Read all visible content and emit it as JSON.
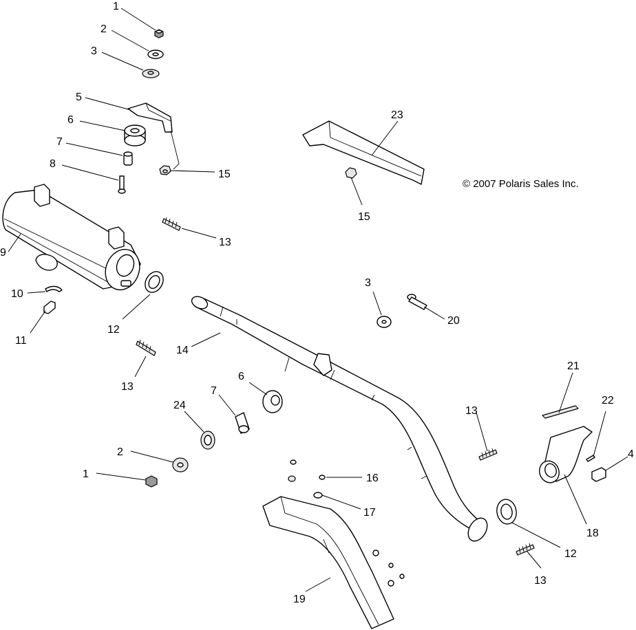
{
  "copyright": "© 2007 Polaris Sales Inc.",
  "callouts": {
    "c1a": "1",
    "c2a": "2",
    "c3a": "3",
    "c5": "5",
    "c6a": "6",
    "c7a": "7",
    "c8": "8",
    "c15a": "15",
    "c13a": "13",
    "c9": "9",
    "c10": "10",
    "c11": "11",
    "c12a": "12",
    "c13b": "13",
    "c14": "14",
    "c23": "23",
    "c15b": "15",
    "c3b": "3",
    "c20": "20",
    "c6b": "6",
    "c7b": "7",
    "c24": "24",
    "c2b": "2",
    "c1b": "1",
    "c16": "16",
    "c17": "17",
    "c19": "19",
    "c13c": "13",
    "c12b": "12",
    "c13d": "13",
    "c21": "21",
    "c22": "22",
    "c4": "4",
    "c18": "18"
  },
  "colors": {
    "ink": "#000000",
    "paper": "#ffffff",
    "shade": "#e6e6e6"
  }
}
